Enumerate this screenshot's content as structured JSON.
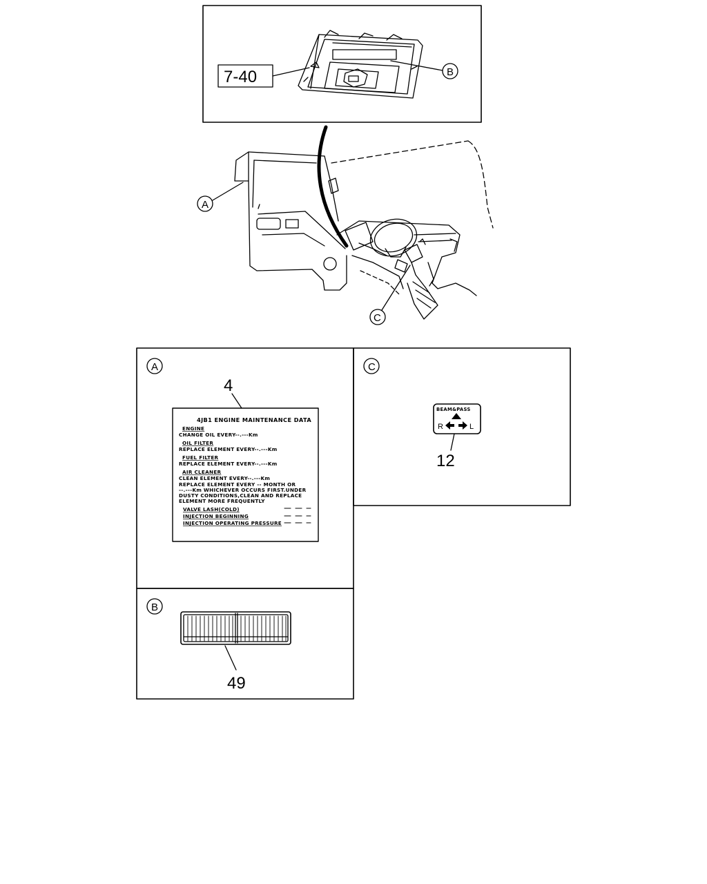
{
  "top_inset": {
    "ref_number": "7-40",
    "callout": "B"
  },
  "cab_view": {
    "callout_a": "A",
    "callout_c": "C"
  },
  "panel_a": {
    "letter": "A",
    "part_number": "4",
    "label": {
      "title": "4JB1 ENGINE MAINTENANCE DATA",
      "engine_heading": "ENGINE",
      "engine_text": "CHANGE OIL EVERY--.---Km",
      "oil_heading": "OIL FILTER",
      "oil_text": "REPLACE ELEMENT EVERY--.---Km",
      "fuel_heading": "FUEL FILTER",
      "fuel_text": "REPLACE ELEMENT EVERY--.---Km",
      "air_heading": "AIR CLEANER",
      "air_line1": "CLEAN ELEMENT EVERY--.---Km",
      "air_line2": "REPLACE ELEMENT EVERY -- MONTH OR",
      "air_line3": "--.---Km WHICHEVER OCCURS FIRST.UNDER",
      "air_line4": "DUSTY CONDITIONS,CLEAN AND REPLACE",
      "air_line5": "ELEMENT MORE FREQUENTLY",
      "valve_lash": "VALVE LASH(COLD)",
      "injection_beginning": "INJECTION BEGINNING",
      "injection_pressure": "INJECTION OPERATING PRESSURE"
    }
  },
  "panel_b": {
    "letter": "B",
    "part_number": "49"
  },
  "panel_c": {
    "letter": "C",
    "part_number": "12",
    "switch_label": {
      "top": "BEAM&PASS",
      "left": "R",
      "right": "L"
    }
  }
}
